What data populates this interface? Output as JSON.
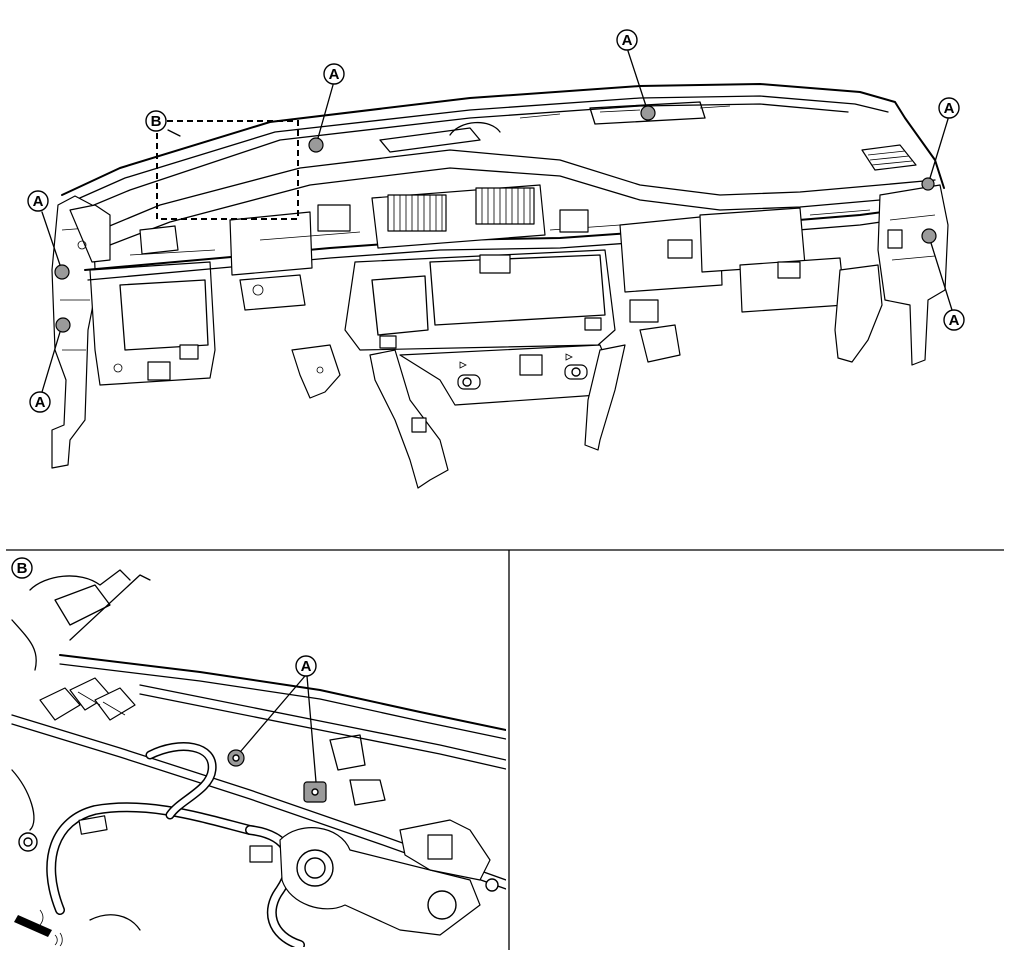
{
  "diagram": {
    "main_view": {
      "callouts": [
        {
          "id": "a1",
          "letter": "A"
        },
        {
          "id": "a2",
          "letter": "A"
        },
        {
          "id": "a3",
          "letter": "A"
        },
        {
          "id": "a4",
          "letter": "A"
        },
        {
          "id": "a5",
          "letter": "A"
        },
        {
          "id": "a6",
          "letter": "A"
        },
        {
          "id": "b",
          "letter": "B"
        }
      ]
    },
    "detail_view": {
      "label": "B",
      "callouts": [
        {
          "id": "d1",
          "letter": "A"
        }
      ]
    }
  },
  "colors": {
    "line": "#000000",
    "clip_fill": "#9a9a9a",
    "background": "#ffffff"
  }
}
